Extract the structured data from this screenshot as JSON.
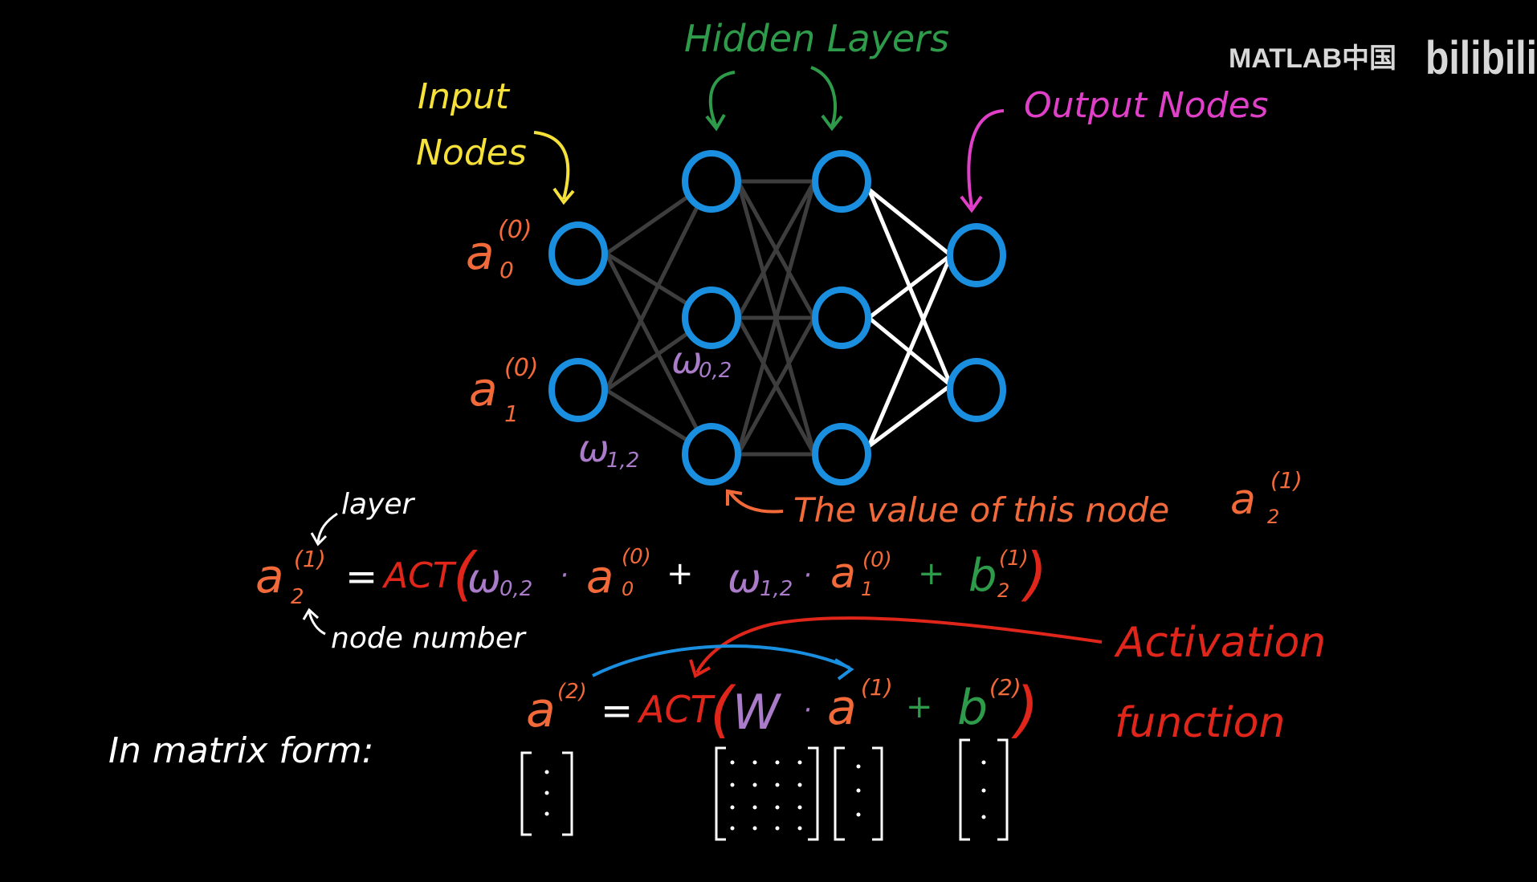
{
  "colors": {
    "background": "#000000",
    "node": "#1a8fe0",
    "input_label": "#f5e13a",
    "hidden_label": "#2e9b4a",
    "output_label": "#e040c8",
    "activation": "#e0251b",
    "value_orange": "#f26a3a",
    "weight_purple": "#a97bc9",
    "bias_green": "#2e9b4a",
    "white": "#ffffff",
    "edge_gray": "#3a3a3a",
    "blue_arrow": "#1a8fe0"
  },
  "watermark": {
    "brand": "MATLAB中国",
    "site": "bilibili"
  },
  "labels": {
    "hidden_layers": "Hidden Layers",
    "input_nodes_line1": "Input",
    "input_nodes_line2": "Nodes",
    "output_nodes": "Output Nodes",
    "a0_base": "a",
    "a0_sub": "0",
    "a0_sup": "(0)",
    "a1_base": "a",
    "a1_sub": "1",
    "a1_sup": "(0)",
    "w02": "ω",
    "w02_sub": "0,2",
    "w12": "ω",
    "w12_sub": "1,2",
    "value_text": "The value of this node",
    "value_a": "a",
    "value_a_sub": "2",
    "value_a_sup": "(1)"
  },
  "equation1": {
    "lhs_base": "a",
    "lhs_sub": "2",
    "lhs_sup": "(1)",
    "equals": "=",
    "act": "ACT",
    "open_paren": "(",
    "w02": "ω",
    "w02_sub": "0,2",
    "dot1": "·",
    "a0": "a",
    "a0_sub": "0",
    "a0_sup": "(0)",
    "plus1": "+",
    "w12": "ω",
    "w12_sub": "1,2",
    "dot2": "·",
    "a1": "a",
    "a1_sub": "1",
    "a1_sup": "(0)",
    "plus2": "+",
    "b": "b",
    "b_sub": "2",
    "b_sup": "(1)",
    "close_paren": ")",
    "layer_annot": "layer",
    "node_annot": "node number"
  },
  "equation2": {
    "intro": "In matrix form:",
    "lhs": "a",
    "lhs_sup": "(2)",
    "equals": "=",
    "act": "ACT",
    "open_paren": "(",
    "W": "W",
    "dot": "·",
    "a": "a",
    "a_sup": "(1)",
    "plus": "+",
    "b": "b",
    "b_sup": "(2)",
    "close_paren": ")",
    "activation_line1": "Activation",
    "activation_line2": "function"
  }
}
